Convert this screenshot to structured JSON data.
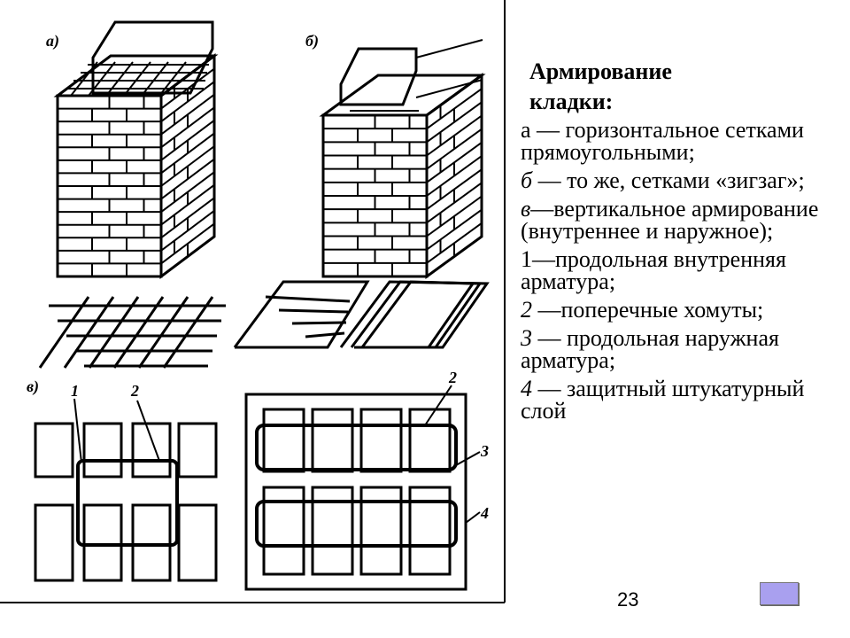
{
  "figure": {
    "labels": {
      "a": "а)",
      "b": "б)",
      "v": "в)"
    },
    "callouts": {
      "n1": "1",
      "n2": "2",
      "n2b": "2",
      "n3": "3",
      "n4": "4"
    }
  },
  "text": {
    "title_line1": "Армирование",
    "title_line2": "кладки:",
    "items": [
      {
        "marker": "а",
        "text": " — горизонтальное сетками прямоугольными;"
      },
      {
        "marker": "б",
        "text": " — то же, сетками «зигзаг»;"
      },
      {
        "marker": "в",
        "text": "—вертикальное армирование (внутреннее и наружное);"
      },
      {
        "marker": "1",
        "text": "—продольная внутренняя арматура;"
      },
      {
        "marker": "2",
        "text": " —поперечные хомуты;"
      },
      {
        "marker": "3",
        "text": " — продольная наружная арматура;"
      },
      {
        "marker": "4",
        "text": " — защитный штукатурный слой"
      }
    ]
  },
  "page_number": "23",
  "colors": {
    "nav_button": "#a9a0ef"
  }
}
